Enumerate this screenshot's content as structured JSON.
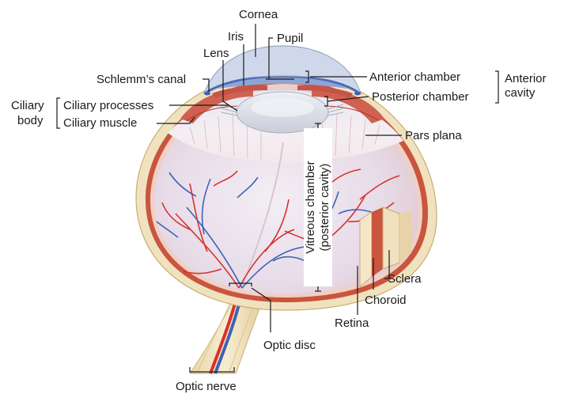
{
  "diagram": {
    "labels": {
      "cornea": "Cornea",
      "iris": "Iris",
      "pupil": "Pupil",
      "lens": "Lens",
      "schlemms_canal": "Schlemm’s canal",
      "anterior_chamber": "Anterior chamber",
      "anterior_cavity_line1": "Anterior",
      "anterior_cavity_line2": "cavity",
      "posterior_chamber": "Posterior chamber",
      "ciliary_body_line1": "Ciliary",
      "ciliary_body_line2": "body",
      "ciliary_processes": "Ciliary processes",
      "ciliary_muscle": "Ciliary muscle",
      "pars_plana": "Pars plana",
      "vitreous_line1": "Vitreous chamber",
      "vitreous_line2": "(posterior cavity)",
      "sclera": "Sclera",
      "choroid": "Choroid",
      "retina": "Retina",
      "optic_disc": "Optic disc",
      "optic_nerve": "Optic nerve"
    },
    "colors": {
      "sclera": "#f1e2bf",
      "choroid": "#c9553e",
      "retina": "#f0cfc4",
      "vitreous": "#ece4ee",
      "artery": "#d8322b",
      "vein": "#3f63b4",
      "iris": "#d06150",
      "cornea": "#cfd8ea",
      "lens": "#d9dde6",
      "leader": "#1a1a1a"
    }
  }
}
